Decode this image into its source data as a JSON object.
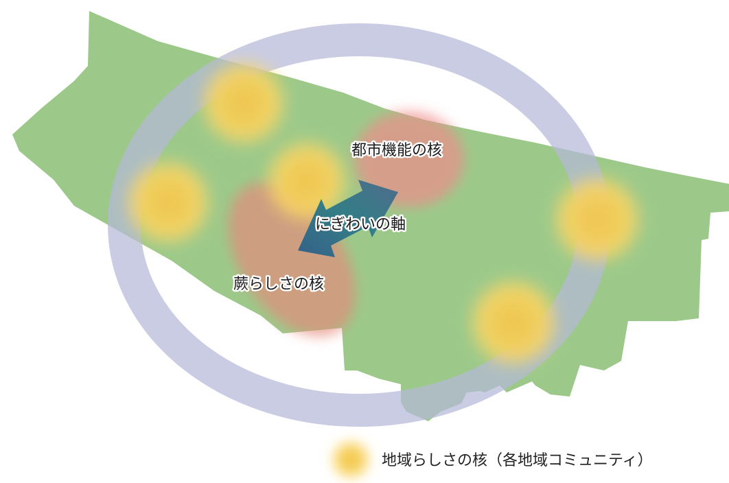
{
  "labels": {
    "urban_core": "都市機能の核",
    "axis": "にぎわいの軸",
    "warabi_core": "蕨らしさの核"
  },
  "legend": {
    "community_core": "地域らしさの核（各地域コミュニティ）"
  },
  "colors": {
    "land": "#9cc98a",
    "ring": "#b4b9d8",
    "urban_core": "#f08a8a",
    "warabi_core": "#e48a7a",
    "community_core": "#f4c84a",
    "axis": "#3a6a86"
  }
}
